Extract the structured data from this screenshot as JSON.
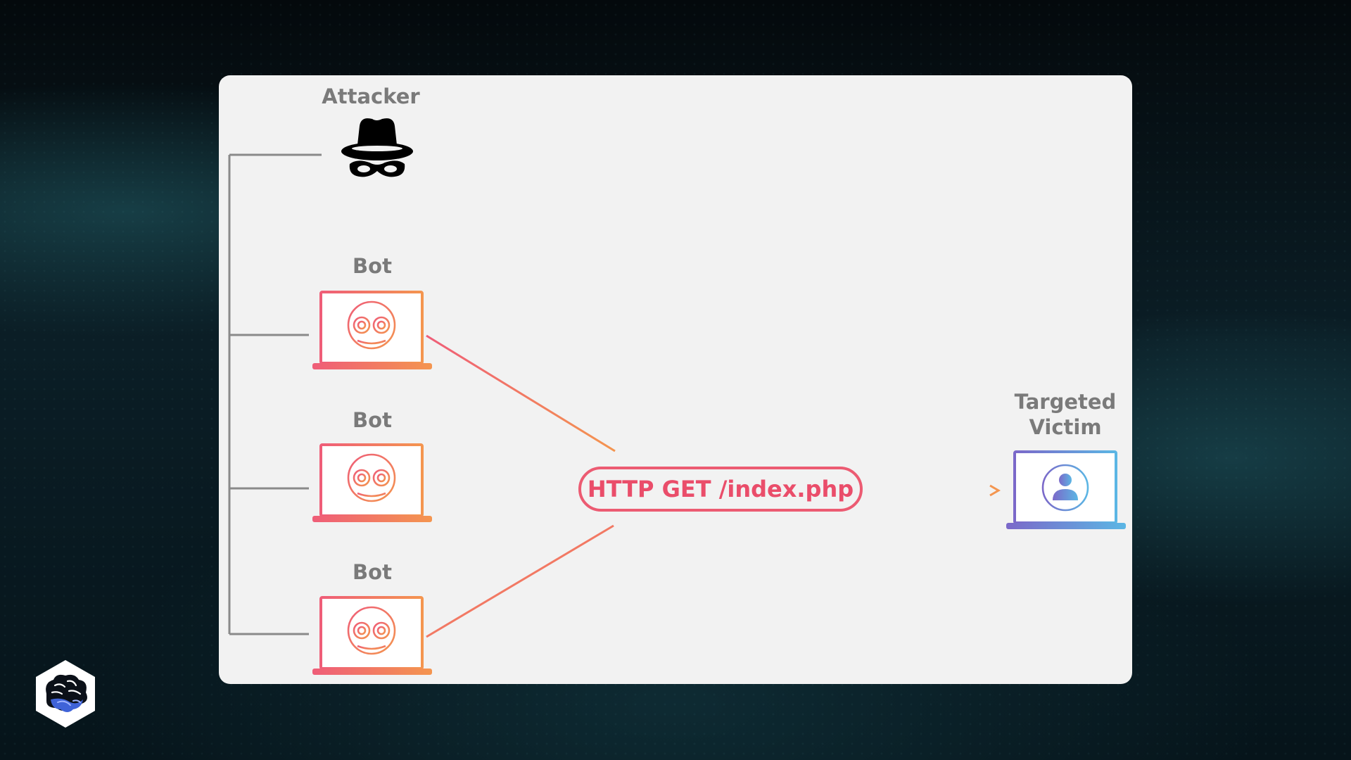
{
  "diagram": {
    "attacker": {
      "label": "Attacker",
      "icon": "spy-hat-icon"
    },
    "bots": [
      {
        "label": "Bot",
        "icon": "robot-face-laptop-icon"
      },
      {
        "label": "Bot",
        "icon": "robot-face-laptop-icon"
      },
      {
        "label": "Bot",
        "icon": "robot-face-laptop-icon"
      }
    ],
    "request": {
      "label": "HTTP GET /index.php"
    },
    "victim": {
      "label_line1": "Targeted",
      "label_line2": "Victim",
      "icon": "user-laptop-icon"
    },
    "colors": {
      "panel": "#f2f2f2",
      "connector": "#8a8a8a",
      "bot_gradient_start": "#ef5d78",
      "bot_gradient_end": "#f4954f",
      "request": "#ea4d6a",
      "victim_gradient_start": "#7b68c9",
      "victim_gradient_end": "#5bb6e4"
    }
  },
  "branding": {
    "logo_icon": "brain-hexagon-logo-icon"
  }
}
